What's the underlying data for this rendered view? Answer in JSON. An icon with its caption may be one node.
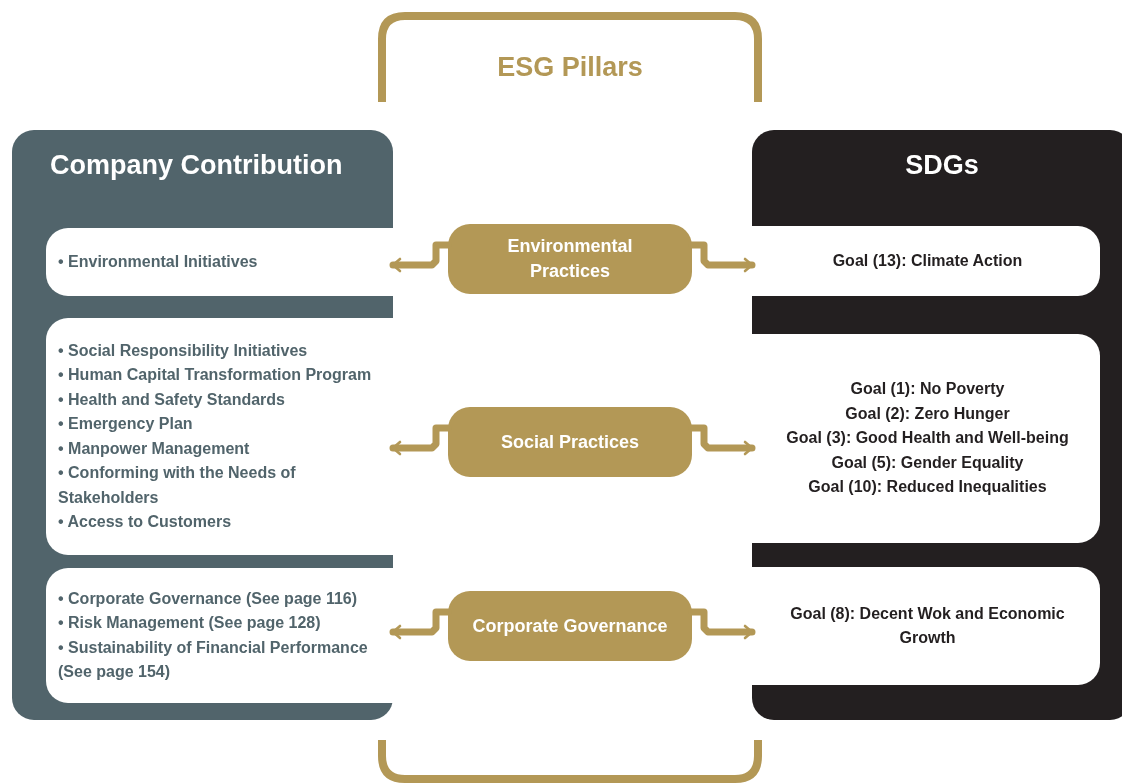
{
  "diagram": {
    "nodes": [
      {
        "text": [
          "Company Contribution"
        ]
      },
      {
        "text": [
          "• Environmental Initiatives"
        ],
        "in": 0
      },
      {
        "text": [
          "• Social Responsibility Initiatives",
          "• Human Capital Transformation Program",
          "• Health and Safety Standards",
          "• Emergency Plan",
          "• Manpower Management",
          "• Conforming with the Needs of Stakeholders",
          "• Access to Customers"
        ],
        "in": 0
      },
      {
        "text": [
          "• Corporate Governance (See page 116)",
          "• Risk Management (See page 128)",
          "• Sustainability of Financial Performance (See page 154)"
        ],
        "in": 0
      },
      {
        "text": [
          "ESG Pillars"
        ]
      },
      {
        "text": [
          "Environmental Practices"
        ]
      },
      {
        "text": [
          "Social Practices"
        ]
      },
      {
        "text": [
          "Corporate Governance"
        ]
      },
      {
        "text": [
          "SDGs"
        ]
      },
      {
        "text": [
          "Goal (13): Climate Action"
        ],
        "in": 8
      },
      {
        "text": [
          "Goal (1): No Poverty",
          "Goal (2): Zero Hunger",
          "Goal (3): Good Health and Well-being",
          "Goal (5): Gender Equality",
          "Goal (10): Reduced Inequalities"
        ],
        "in": 8
      },
      {
        "text": [
          "Goal (8): Decent Wok and Economic Growth"
        ],
        "in": 8
      }
    ],
    "edges": [
      {
        "from": 5,
        "to": 1,
        "arrow": "to"
      },
      {
        "from": 5,
        "to": 9,
        "arrow": "to"
      },
      {
        "from": 6,
        "to": 2,
        "arrow": "to"
      },
      {
        "from": 6,
        "to": 10,
        "arrow": "to"
      },
      {
        "from": 7,
        "to": 3,
        "arrow": "to"
      },
      {
        "from": 7,
        "to": 11,
        "arrow": "to"
      }
    ]
  }
}
